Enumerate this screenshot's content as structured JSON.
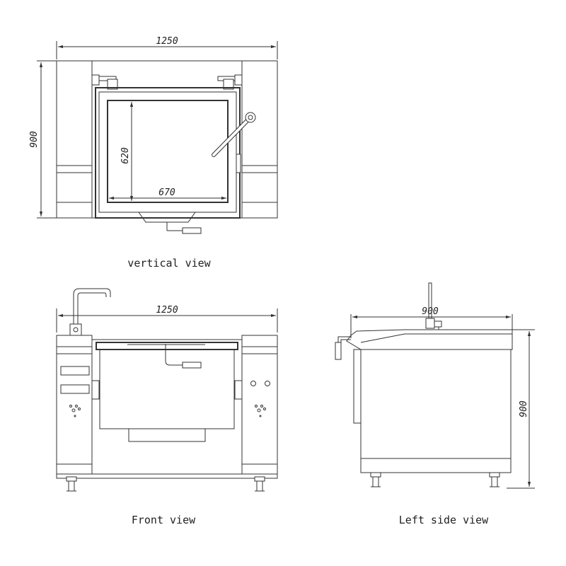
{
  "views": {
    "top": {
      "caption": "vertical view",
      "dims": {
        "width": "1250",
        "depth": "900",
        "inner_depth": "620",
        "inner_width": "670"
      }
    },
    "front": {
      "caption": "Front view",
      "dims": {
        "width": "1250"
      }
    },
    "side": {
      "caption": "Left side view",
      "dims": {
        "depth": "900",
        "height": "900"
      }
    }
  }
}
